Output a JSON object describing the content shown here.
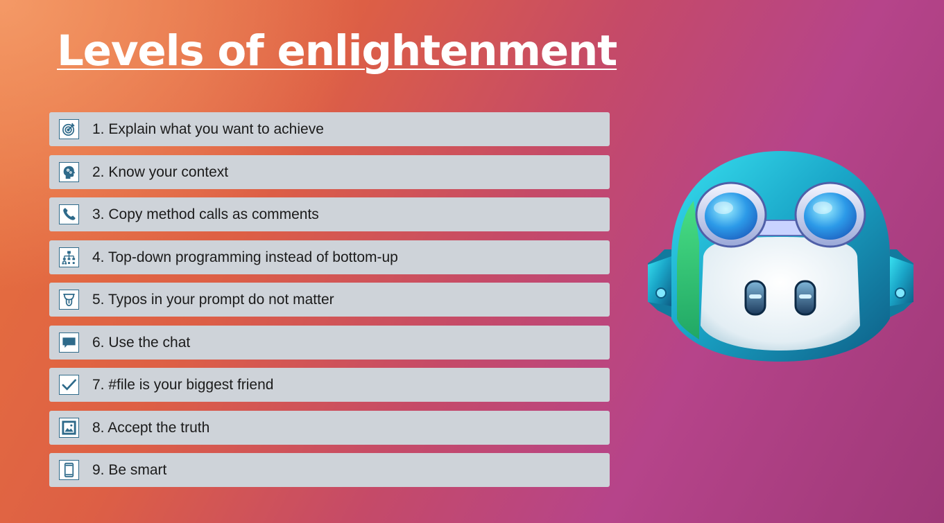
{
  "slide": {
    "title": "Levels of enlightenment",
    "items": [
      {
        "label": "1. Explain what you want to achieve",
        "icon": "target-icon"
      },
      {
        "label": "2. Know your context",
        "icon": "head-gears-icon"
      },
      {
        "label": "3. Copy method calls as comments",
        "icon": "phone-icon"
      },
      {
        "label": "4. Top-down programming instead of bottom-up",
        "icon": "hierarchy-icon"
      },
      {
        "label": "5. Typos in your prompt do not matter",
        "icon": "tongue-out-icon"
      },
      {
        "label": "6. Use the chat",
        "icon": "chat-icon"
      },
      {
        "label": "7. #file is your biggest friend",
        "icon": "checkmark-icon"
      },
      {
        "label": "8. Accept the truth",
        "icon": "picture-frame-icon"
      },
      {
        "label": "9. Be smart",
        "icon": "smartphone-icon"
      }
    ]
  },
  "colors": {
    "item_background": "#ced3d9",
    "icon_stroke": "#2e6a8a",
    "title_color": "#ffffff"
  },
  "mascot": {
    "icon": "copilot-robot-mascot"
  }
}
